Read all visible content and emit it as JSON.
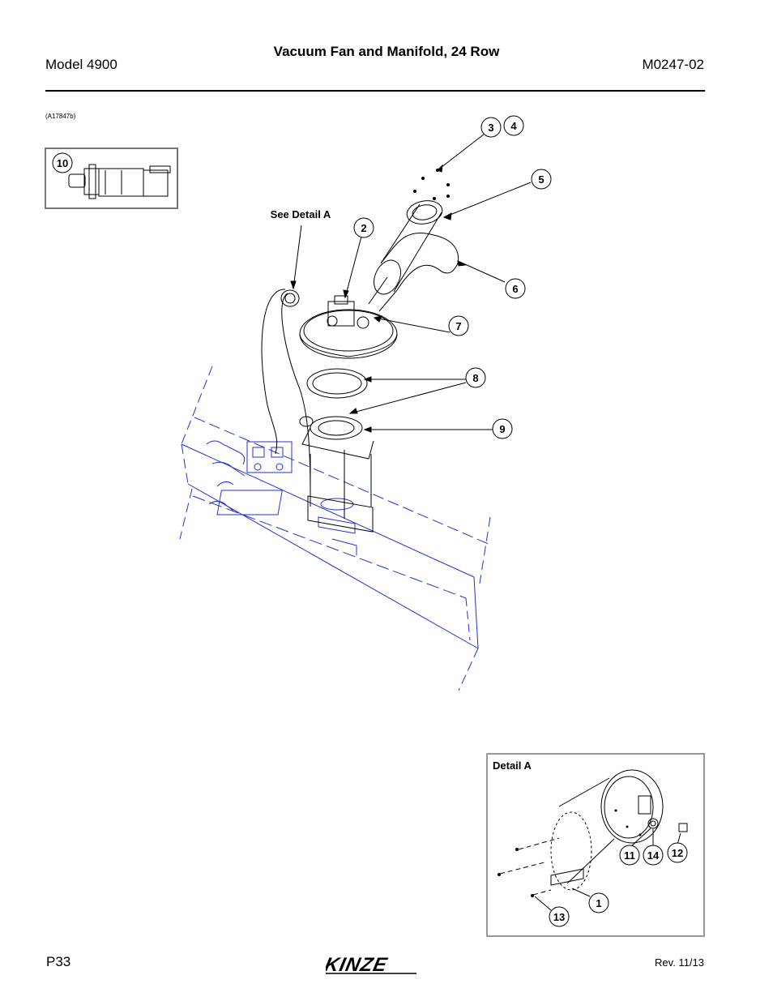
{
  "header": {
    "model": "Model 4900",
    "title": "Vacuum Fan and Manifold, 24 Row",
    "doc_number": "M0247-02"
  },
  "figure": {
    "code": "(A17847b)",
    "see_detail": "See Detail A",
    "detail_title": "Detail A",
    "callouts": [
      "1",
      "2",
      "3",
      "4",
      "5",
      "6",
      "7",
      "8",
      "9",
      "10",
      "11",
      "12",
      "13",
      "14"
    ]
  },
  "footer": {
    "page": "P33",
    "brand": "KINZE",
    "revision": "Rev. 11/13"
  }
}
